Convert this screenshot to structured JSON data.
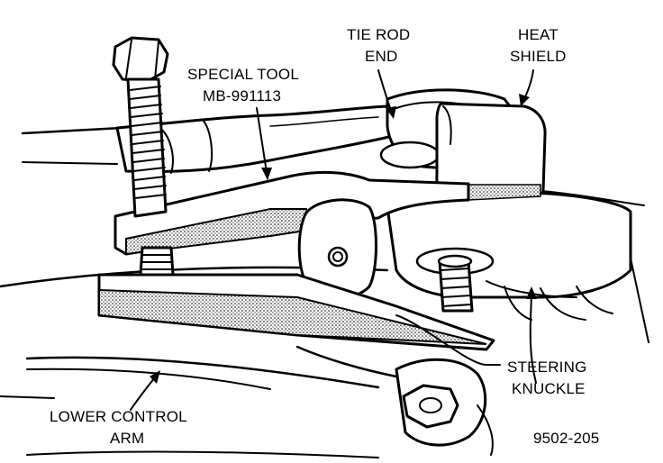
{
  "diagram": {
    "labels": {
      "special_tool_line1": "SPECIAL TOOL",
      "special_tool_line2": "MB-991113",
      "tie_rod_line1": "TIE ROD",
      "tie_rod_line2": "END",
      "heat_shield_line1": "HEAT",
      "heat_shield_line2": "SHIELD",
      "steering_line1": "STEERING",
      "steering_line2": "KNUCKLE",
      "lower_arm_line1": "LOWER CONTROL",
      "lower_arm_line2": "ARM",
      "figure_number": "9502-205"
    }
  }
}
